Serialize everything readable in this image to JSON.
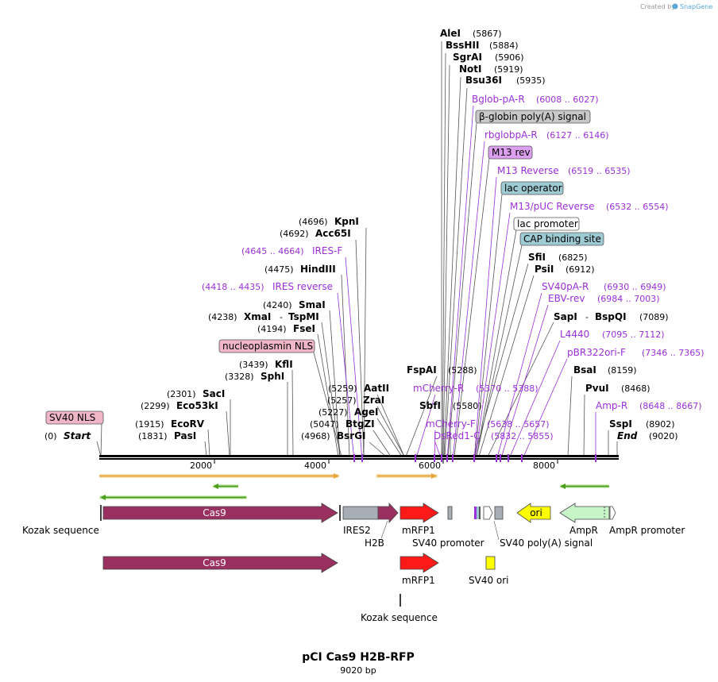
{
  "header": {
    "created_by": "Created by",
    "brand": "SnapGene"
  },
  "plasmid": {
    "name": "pCI Cas9 H2B-RFP",
    "length_label": "9020 bp",
    "length_bp": 9020
  },
  "axis": {
    "ticks": [
      "2000",
      "4000",
      "6000",
      "8000"
    ]
  },
  "sites": {
    "alei": {
      "name": "AleI",
      "pos": "(5867)"
    },
    "bsshii": {
      "name": "BssHII",
      "pos": "(5884)"
    },
    "sgrai": {
      "name": "SgrAI",
      "pos": "(5906)"
    },
    "noti": {
      "name": "NotI",
      "pos": "(5919)"
    },
    "bsu36i": {
      "name": "Bsu36I",
      "pos": "(5935)"
    },
    "kpni": {
      "name": "KpnI",
      "pos": "(4696)"
    },
    "acc65i": {
      "name": "Acc65I",
      "pos": "(4692)"
    },
    "hindiii": {
      "name": "HindIII",
      "pos": "(4475)"
    },
    "smai": {
      "name": "SmaI",
      "pos": "(4240)"
    },
    "xmai": {
      "name": "XmaI",
      "pos": "(4238)",
      "sep": "-"
    },
    "tspmi": {
      "name": "TspMI"
    },
    "fsei": {
      "name": "FseI",
      "pos": "(4194)"
    },
    "kfli": {
      "name": "KflI",
      "pos": "(3439)"
    },
    "sphi": {
      "name": "SphI",
      "pos": "(3328)"
    },
    "saci": {
      "name": "SacI",
      "pos": "(2301)"
    },
    "eco53ki": {
      "name": "Eco53kI",
      "pos": "(2299)"
    },
    "ecorv": {
      "name": "EcoRV",
      "pos": "(1915)"
    },
    "pasi": {
      "name": "PasI",
      "pos": "(1831)"
    },
    "start": {
      "name": "Start",
      "pos": "(0)"
    },
    "aatii": {
      "name": "AatII",
      "pos": "(5259)"
    },
    "zrai": {
      "name": "ZraI",
      "pos": "(5257)"
    },
    "agei": {
      "name": "AgeI",
      "pos": "(5227)"
    },
    "btgzi": {
      "name": "BtgZI",
      "pos": "(5047)"
    },
    "bsrgi": {
      "name": "BsrGI",
      "pos": "(4968)"
    },
    "fspai": {
      "name": "FspAI",
      "pos": "(5288)"
    },
    "sbfi": {
      "name": "SbfI",
      "pos": "(5580)"
    },
    "sfii": {
      "name": "SfiI",
      "pos": "(6825)"
    },
    "psii": {
      "name": "PsiI",
      "pos": "(6912)"
    },
    "sapi": {
      "name": "SapI",
      "sep": "-"
    },
    "bspqi": {
      "name": "BspQI",
      "pos": "(7089)"
    },
    "bsai": {
      "name": "BsaI",
      "pos": "(8159)"
    },
    "pvui": {
      "name": "PvuI",
      "pos": "(8468)"
    },
    "sspi": {
      "name": "SspI",
      "pos": "(8902)"
    },
    "end": {
      "name": "End",
      "pos": "(9020)"
    }
  },
  "primers": {
    "bglob": {
      "name": "Bglob-pA-R",
      "range": "(6008 .. 6027)"
    },
    "rbglob": {
      "name": "rbglobpA-R",
      "range": "(6127 .. 6146)"
    },
    "m13rev": {
      "name": "M13 Reverse",
      "range": "(6519 .. 6535)"
    },
    "m13puc": {
      "name": "M13/pUC Reverse",
      "range": "(6532 .. 6554)"
    },
    "sv40pa": {
      "name": "SV40pA-R",
      "range": "(6930 .. 6949)"
    },
    "ebv": {
      "name": "EBV-rev",
      "range": "(6984 .. 7003)"
    },
    "l4440": {
      "name": "L4440",
      "range": "(7095 .. 7112)"
    },
    "pbr322": {
      "name": "pBR322ori-F",
      "range": "(7346 .. 7365)"
    },
    "ampr": {
      "name": "Amp-R",
      "range": "(8648 .. 8667)"
    },
    "iresf": {
      "name": "IRES-F",
      "range": "(4645 .. 4664)"
    },
    "iresrev": {
      "name": "IRES reverse",
      "range": "(4418 .. 4435)"
    },
    "mcherryr": {
      "name": "mCherry-R",
      "range": "(5370 .. 5388)"
    },
    "mcherryf": {
      "name": "mCherry-F",
      "range": "(5638 .. 5657)"
    },
    "dsred": {
      "name": "DsRed1-C",
      "range": "(5832 .. 5855)"
    }
  },
  "boxed_features": {
    "betaglobin": {
      "label": "β-globin poly(A) signal",
      "color": "#c8c8c8"
    },
    "m13rev": {
      "label": "M13 rev",
      "color": "#dda0f0"
    },
    "lacop": {
      "label": "lac operator",
      "color": "#9ecad3"
    },
    "lacprom": {
      "label": "lac promoter",
      "color": "#ffffff"
    },
    "cap": {
      "label": "CAP binding site",
      "color": "#9ecad3"
    },
    "nucleoplasmin": {
      "label": "nucleoplasmin NLS",
      "color": "#f0b6c8"
    },
    "sv40nls": {
      "label": "SV40 NLS",
      "color": "#f0b6c8"
    }
  },
  "features": {
    "cas9": {
      "label": "Cas9",
      "color": "#9a3060"
    },
    "cas9b": {
      "label": "Cas9",
      "color": "#9a3060"
    },
    "kozak1": {
      "label": "Kozak sequence"
    },
    "ires2": {
      "label": "IRES2",
      "color": "#a8aeb5"
    },
    "h2b": {
      "label": "H2B",
      "color": "#9a3060"
    },
    "mrfp1": {
      "label": "mRFP1",
      "color": "#ff1a1a"
    },
    "mrfp1b": {
      "label": "mRFP1",
      "color": "#ff1a1a"
    },
    "sv40prom": {
      "label": "SV40 promoter"
    },
    "sv40polya": {
      "label": "SV40 poly(A) signal"
    },
    "ori": {
      "label": "ori",
      "color": "#ffff00"
    },
    "ampr": {
      "label": "AmpR",
      "color": "#c8f5c8"
    },
    "amprprom": {
      "label": "AmpR promoter"
    },
    "sv40ori": {
      "label": "SV40 ori",
      "color": "#ffff00"
    },
    "kozak2": {
      "label": "Kozak sequence"
    }
  },
  "colors": {
    "primer": "#9b30d9",
    "orf_orange": "#e8a43a",
    "orf_green": "#4a9e1a"
  }
}
